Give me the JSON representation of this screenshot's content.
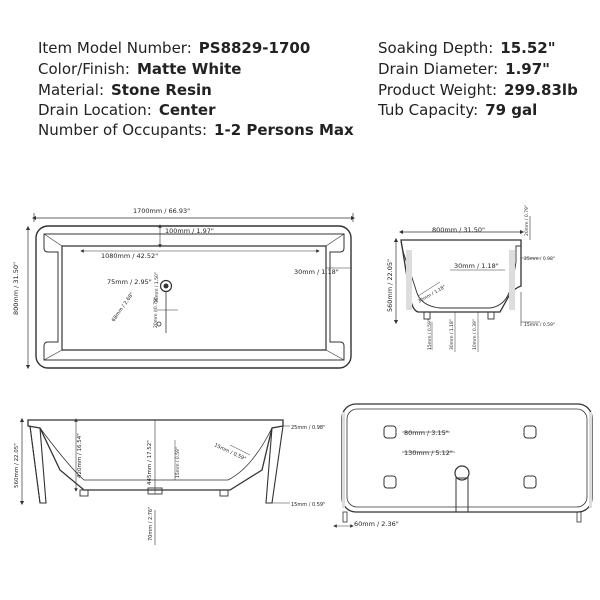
{
  "specs_left": [
    {
      "label": "Item Model Number:",
      "value": "PS8829-1700"
    },
    {
      "label": "Color/Finish:",
      "value": "Matte White"
    },
    {
      "label": "Material:",
      "value": "Stone Resin"
    },
    {
      "label": "Drain Location:",
      "value": "Center"
    },
    {
      "label": "Number of Occupants:",
      "value": "1-2 Persons Max"
    }
  ],
  "specs_right": [
    {
      "label": "Soaking Depth:",
      "value": "15.52\""
    },
    {
      "label": "Drain Diameter:",
      "value": "1.97\""
    },
    {
      "label": "Product Weight:",
      "value": "299.83lb"
    },
    {
      "label": "Tub Capacity:",
      "value": "79 gal"
    }
  ],
  "top_view": {
    "overall_length": "1700mm / 66.93\"",
    "overall_width": "800mm / 31.50\"",
    "rim_width": "100mm / 1.97\"",
    "basin_length": "1080mm / 42.52\"",
    "overflow_offset": "30mm / 1.18\"",
    "drain_dia": "75mm / 2.95\"",
    "drain_inner": "68mm / 2.68\"",
    "drain_small": "38mm / 1.50\"",
    "overflow_dia": "20mm / 0.79\""
  },
  "end_view": {
    "width": "800mm / 31.50\"",
    "rim_thickness": "20mm / 0.79\"",
    "height": "560mm / 22.05\"",
    "rim_overhang": "25mm / 0.98\"",
    "wall_offset": "30mm / 1.18\"",
    "slope": "30mm / 1.18\"",
    "foot_a": "15mm / 0.59\"",
    "foot_b": "30mm / 1.18\"",
    "foot_c": "10mm / 0.39\"",
    "base_height": "15mm / 0.59\""
  },
  "side_view": {
    "height": "560mm / 22.05\"",
    "inner_depth": "420mm / 16.54\"",
    "depth_drain": "445mm / 17.52\"",
    "drain_thickness": "15mm / 0.59\"",
    "slope": "15mm / 0.59\"",
    "rim": "25mm / 0.98\"",
    "base": "15mm / 0.59\"",
    "leg": "70mm / 2.76\""
  },
  "bottom_view": {
    "drain_outer": "80mm / 3.15\"",
    "drain_ring": "130mm / 5.12\"",
    "edge_offset": "60mm / 2.36\""
  }
}
